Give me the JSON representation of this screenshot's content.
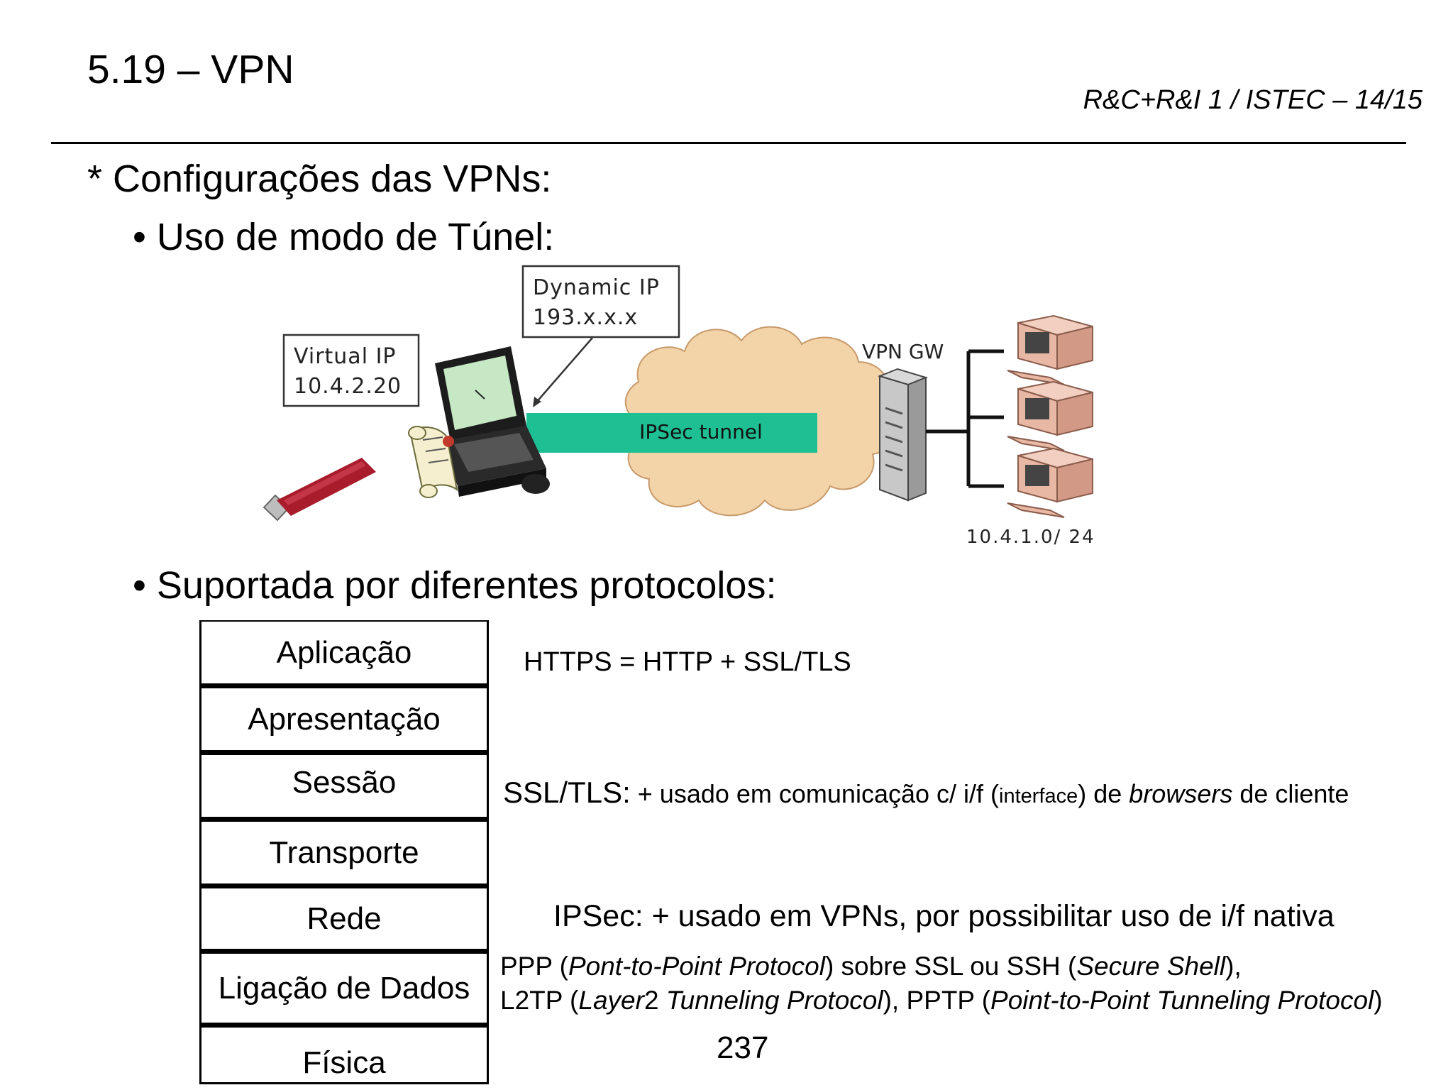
{
  "header": {
    "title": "5.19 – VPN",
    "course": "R&C+R&I 1 / ISTEC – 14/15"
  },
  "content": {
    "heading": "* Configurações das VPNs:",
    "bullet_tunnel": "• Uso de modo de Túnel:",
    "bullet_protocols": "• Suportada por diferentes protocolos:"
  },
  "diagram": {
    "dynamic_ip_label": "Dynamic IP",
    "dynamic_ip_value": "193.x.x.x",
    "virtual_ip_label": "Virtual IP",
    "virtual_ip_value": "10.4.2.20",
    "gateway_label": "VPN GW",
    "tunnel_label": "IPSec tunnel",
    "subnet_label": "10.4.1.0/ 24",
    "colors": {
      "tunnel": "#1fbf94",
      "cloud": "#f3d3a8",
      "usb_stick": "#a81c2c",
      "computer": "#e8b8a4"
    }
  },
  "osi_layers": [
    "Aplicação",
    "Apresentação",
    "Sessão",
    "Transporte",
    "Rede",
    "Ligação de Dados",
    "Física"
  ],
  "notes": {
    "https": "HTTPS = HTTP + SSL/TLS",
    "ssl_lead": "SSL/TLS:",
    "ssl_text1": " + usado em comunicação c/ i/f (",
    "ssl_small": "interface",
    "ssl_text2": ") de ",
    "ssl_em": "browsers",
    "ssl_text3": " de cliente",
    "ipsec": "IPSec: + usado em VPNs, por possibilitar uso de i/f nativa",
    "ppp_1": "PPP (",
    "ppp_1_em": "Pont-to-Point Protocol",
    "ppp_2": ") sobre SSL ou SSH (",
    "ppp_2_em": "Secure Shell",
    "ppp_3": "),",
    "l2tp_1": "L2TP (",
    "l2tp_em1": "Layer",
    "l2tp_2": "2 ",
    "l2tp_em2": "Tunneling Protocol",
    "l2tp_3": "), PPTP (",
    "l2tp_em3": "Point-to-Point Tunneling Protocol",
    "l2tp_4": ")"
  },
  "footer": {
    "page_number": "237"
  }
}
